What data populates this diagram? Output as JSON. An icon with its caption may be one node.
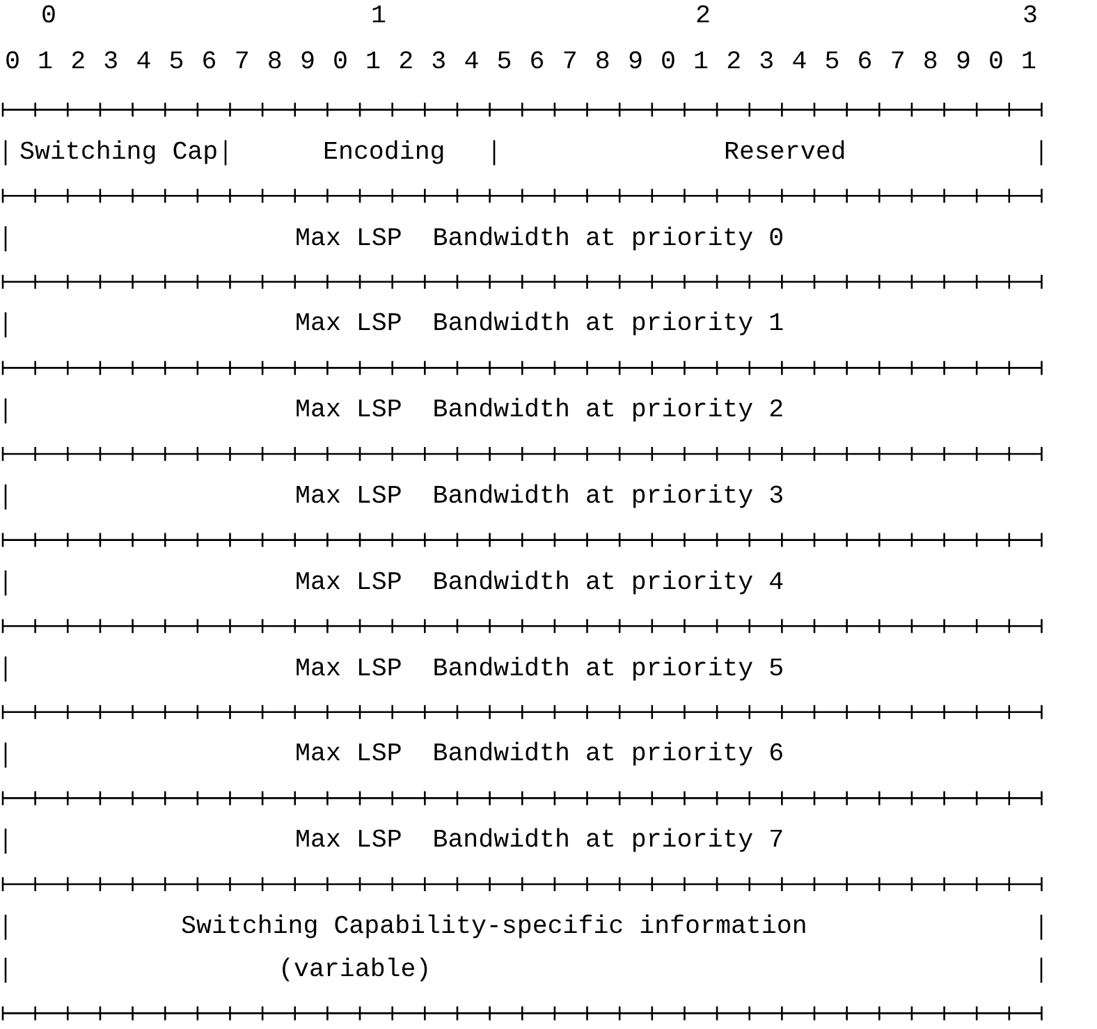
{
  "diagram": {
    "nodes": [
      {
        "text": [
          "Switching Cap"
        ]
      },
      {
        "text": [
          "Encoding"
        ]
      },
      {
        "text": [
          "Reserved"
        ]
      },
      {
        "text": [
          "Max LSP  Bandwidth at priority 0"
        ]
      },
      {
        "text": [
          "Max LSP  Bandwidth at priority 1"
        ]
      },
      {
        "text": [
          "Max LSP  Bandwidth at priority 2"
        ]
      },
      {
        "text": [
          "Max LSP  Bandwidth at priority 3"
        ]
      },
      {
        "text": [
          "Max LSP  Bandwidth at priority 4"
        ]
      },
      {
        "text": [
          "Max LSP  Bandwidth at priority 5"
        ]
      },
      {
        "text": [
          "Max LSP  Bandwidth at priority 6"
        ]
      },
      {
        "text": [
          "Max LSP  Bandwidth at priority 7"
        ]
      },
      {
        "text": [
          "Switching Capability-specific information",
          "(variable)"
        ]
      }
    ],
    "labels": [
      "0",
      "1",
      "2",
      "3",
      "0",
      "1",
      "2",
      "3",
      "4",
      "5",
      "6",
      "7",
      "8",
      "9",
      "0",
      "1",
      "2",
      "3",
      "4",
      "5",
      "6",
      "7",
      "8",
      "9",
      "0",
      "1",
      "2",
      "3",
      "4",
      "5",
      "6",
      "7",
      "8",
      "9",
      "0",
      "1"
    ]
  }
}
